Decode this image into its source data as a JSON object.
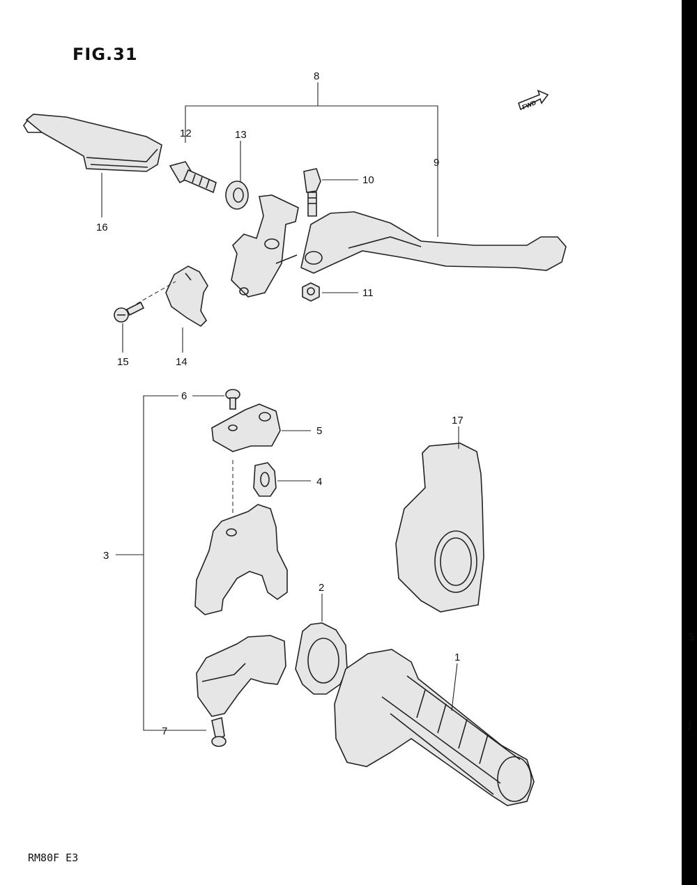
{
  "figure": {
    "title": "FIG.31",
    "model_code": "RM80F E3"
  },
  "direction_marker": {
    "text": "FWD"
  },
  "callouts": [
    {
      "id": "1",
      "label": "1"
    },
    {
      "id": "2",
      "label": "2"
    },
    {
      "id": "3",
      "label": "3"
    },
    {
      "id": "4",
      "label": "4"
    },
    {
      "id": "5",
      "label": "5"
    },
    {
      "id": "6",
      "label": "6"
    },
    {
      "id": "7",
      "label": "7"
    },
    {
      "id": "8",
      "label": "8"
    },
    {
      "id": "9",
      "label": "9"
    },
    {
      "id": "10",
      "label": "10"
    },
    {
      "id": "11",
      "label": "11"
    },
    {
      "id": "12",
      "label": "12"
    },
    {
      "id": "13",
      "label": "13"
    },
    {
      "id": "14",
      "label": "14"
    },
    {
      "id": "15",
      "label": "15"
    },
    {
      "id": "16",
      "label": "16"
    },
    {
      "id": "17",
      "label": "17"
    }
  ],
  "side_marks": [
    "5",
    "J"
  ],
  "colors": {
    "ink": "#222222",
    "part_fill": "#e6e6e6",
    "background": "#ffffff"
  }
}
